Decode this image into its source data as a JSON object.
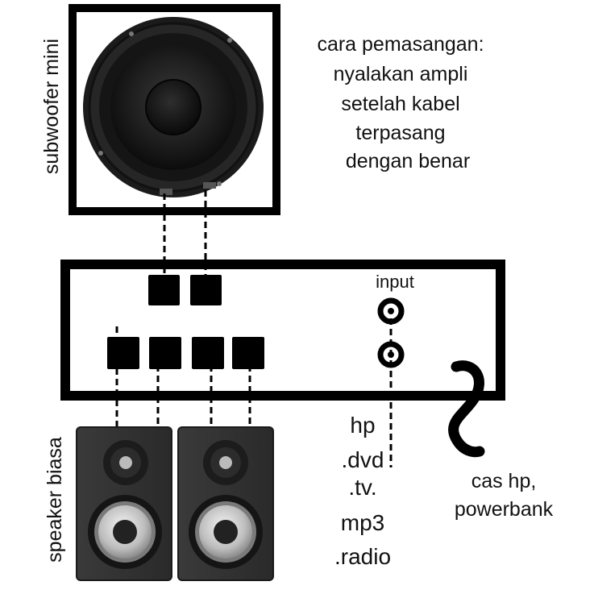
{
  "labels": {
    "subwoofer": "subwoofer mini",
    "instructions": [
      "cara pemasangan:",
      "nyalakan ampli",
      "setelah kabel",
      "terpasang",
      "dengan benar"
    ],
    "input": "input",
    "sources": [
      "hp",
      ".dvd",
      ".tv.",
      "mp3",
      ".radio"
    ],
    "power": [
      "cas hp,",
      "powerbank"
    ],
    "speaker": "speaker biasa"
  },
  "colors": {
    "line": "#000000",
    "text": "#111111",
    "background": "#ffffff"
  },
  "icons": {
    "subwoofer": "subwoofer-driver-icon",
    "speakers": "bookshelf-speaker-icon",
    "input": "audio-jack-icon",
    "power": "power-cable-icon"
  }
}
